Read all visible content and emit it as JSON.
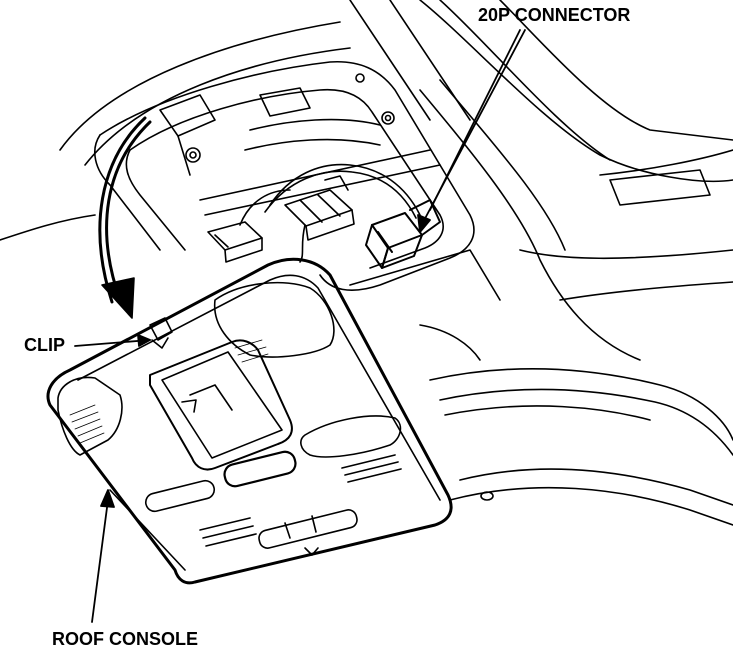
{
  "labels": {
    "connector": "20P CONNECTOR",
    "clip": "CLIP",
    "roof_console": "ROOF CONSOLE"
  },
  "colors": {
    "line": "#000000",
    "background": "#ffffff"
  }
}
